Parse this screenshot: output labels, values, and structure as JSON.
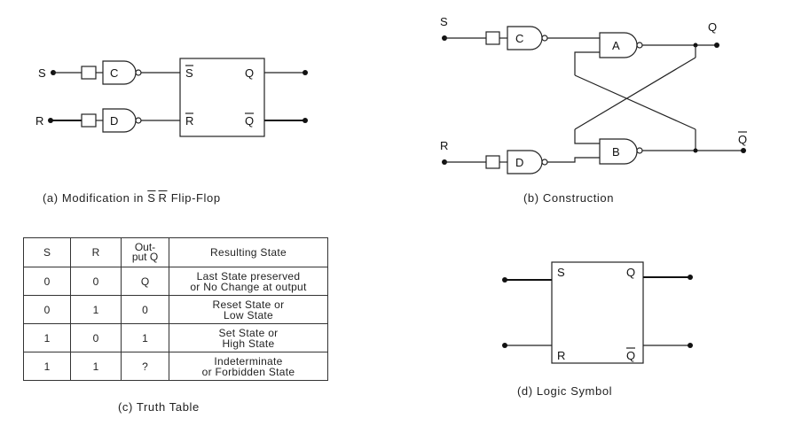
{
  "panel_a": {
    "inputs": [
      "S",
      "R"
    ],
    "gates": [
      "C",
      "D"
    ],
    "box_inputs": [
      "S",
      "R"
    ],
    "box_outputs": [
      "Q",
      "Q"
    ],
    "caption_prefix": "(a) Modification in",
    "caption_bars": [
      "S",
      "R"
    ],
    "caption_suffix": "Flip-Flop"
  },
  "panel_b": {
    "inputs": [
      "S",
      "R"
    ],
    "input_gates": [
      "C",
      "D"
    ],
    "latch_gates": [
      "A",
      "B"
    ],
    "outputs": [
      "Q",
      "Q"
    ],
    "caption": "(b) Construction"
  },
  "panel_c": {
    "headers": [
      "S",
      "R",
      "Out-\nput Q",
      "Resulting State"
    ],
    "rows": [
      [
        "0",
        "0",
        "Q",
        "Last State preserved\nor No Change at output"
      ],
      [
        "0",
        "1",
        "0",
        "Reset State or\nLow State"
      ],
      [
        "1",
        "0",
        "1",
        "Set State or\nHigh State"
      ],
      [
        "1",
        "1",
        "?",
        "Indeterminate\nor Forbidden State"
      ]
    ],
    "caption": "(c) Truth Table"
  },
  "panel_d": {
    "inputs": [
      "S",
      "R"
    ],
    "outputs": [
      "Q",
      "Q"
    ],
    "caption": "(d) Logic Symbol"
  }
}
